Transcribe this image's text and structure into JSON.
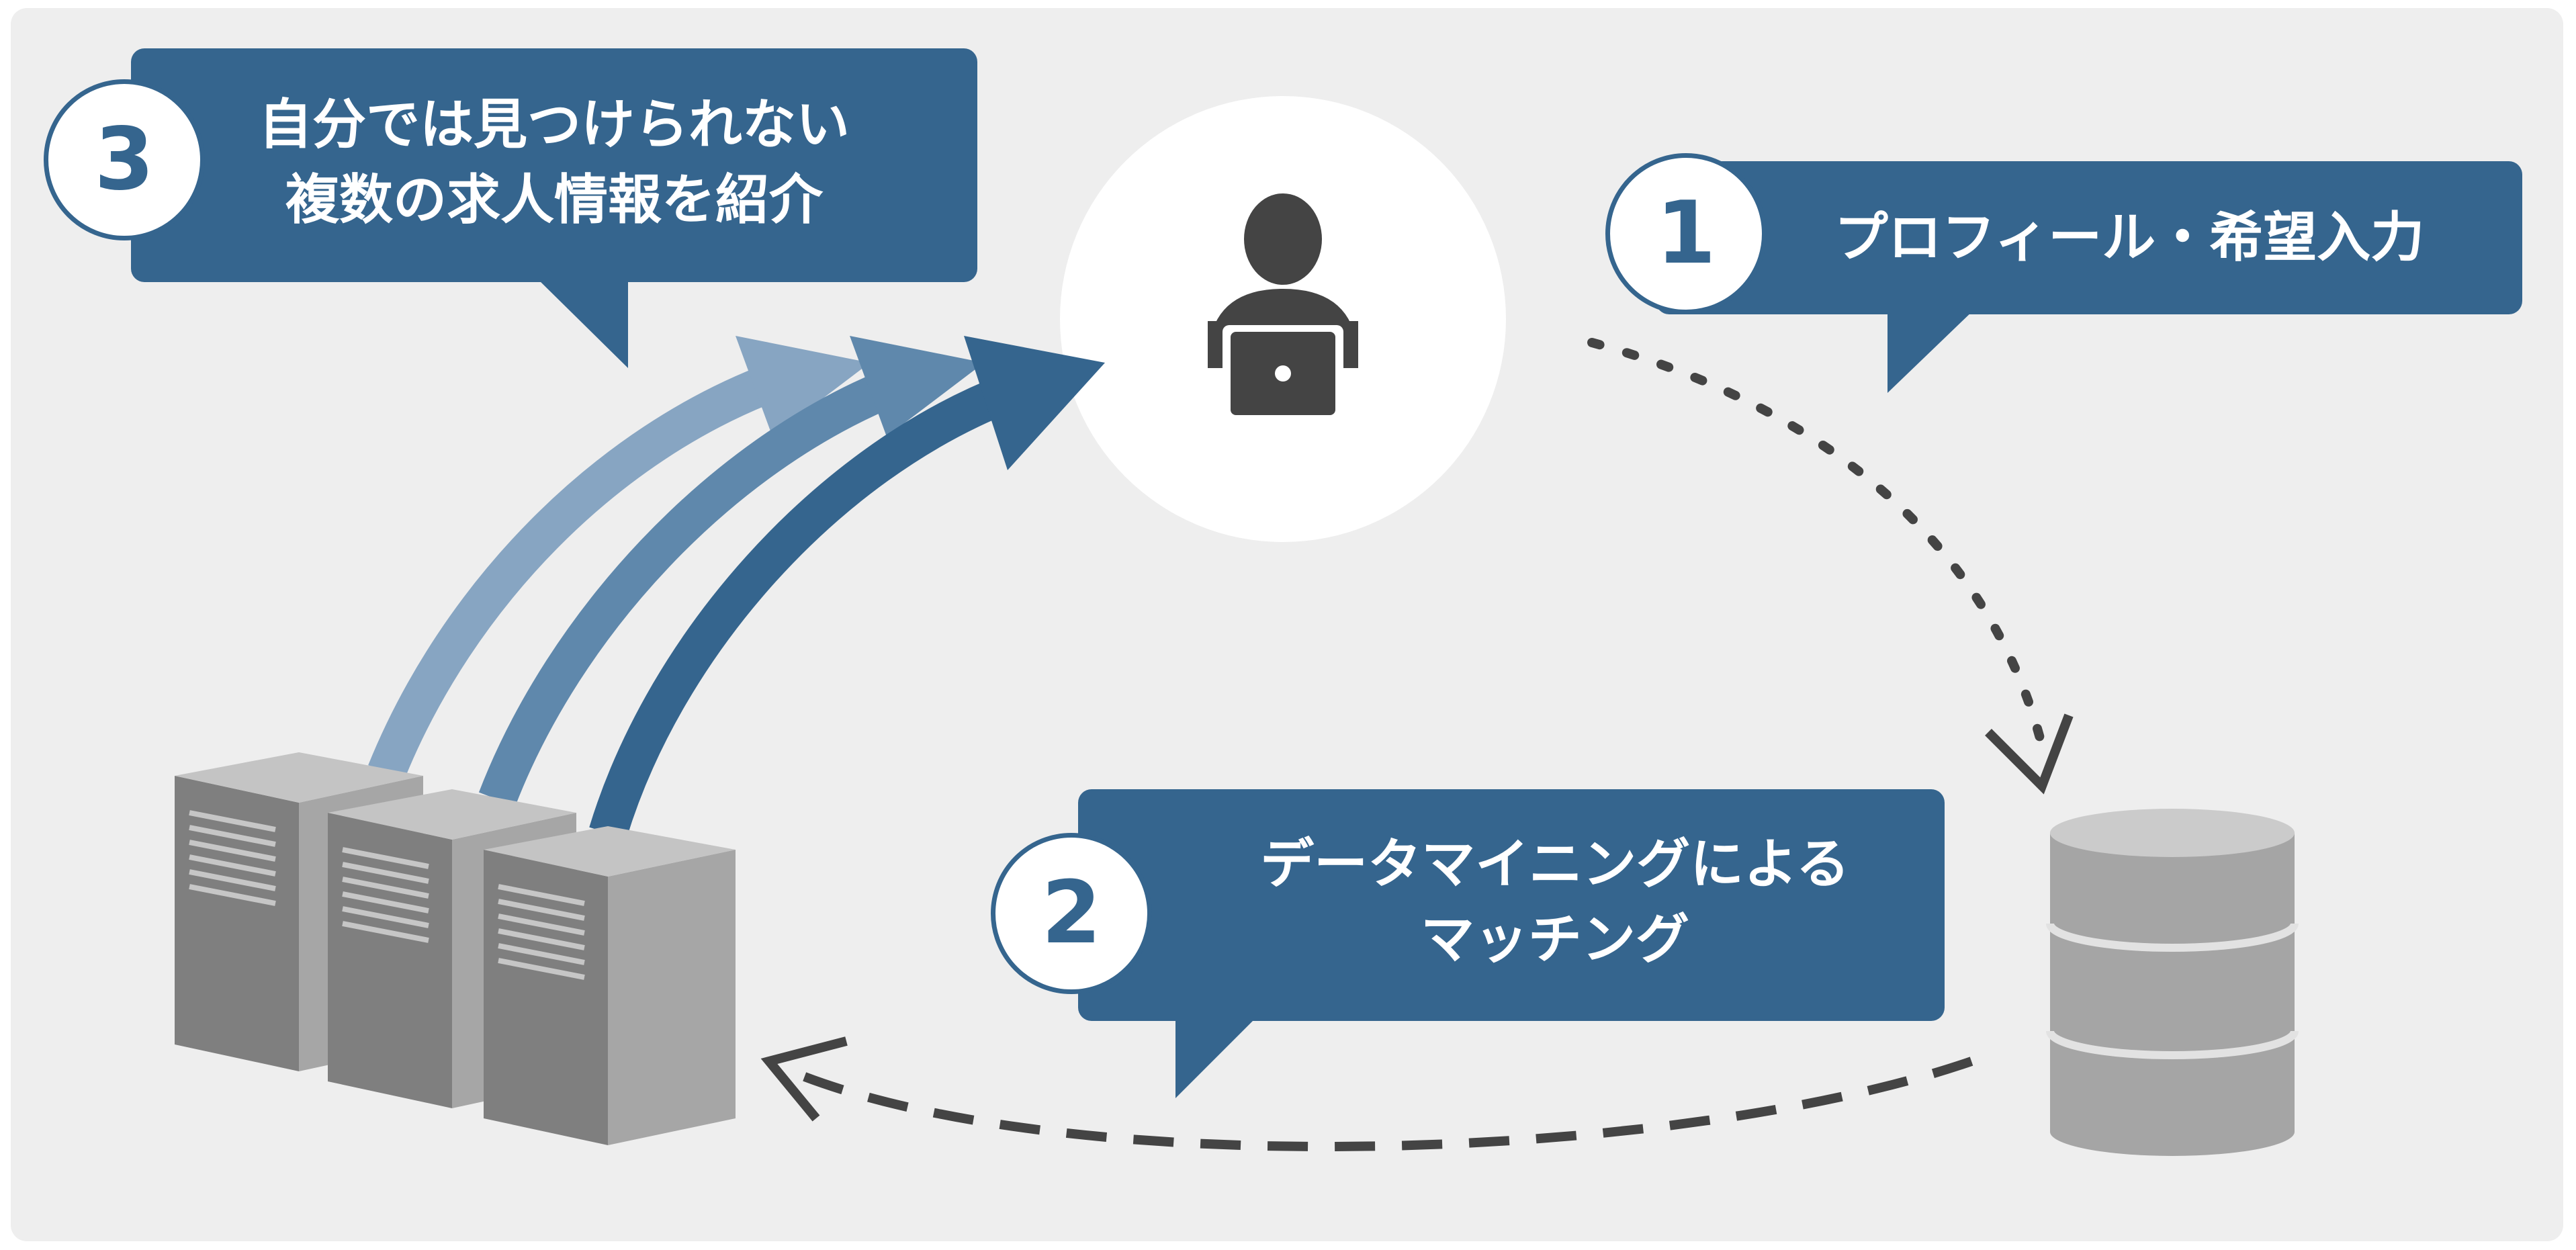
{
  "steps": [
    {
      "number": "1",
      "lines": [
        "プロフィール・希望入力"
      ]
    },
    {
      "number": "2",
      "lines": [
        "データマイニングによる",
        "マッチング"
      ]
    },
    {
      "number": "3",
      "lines": [
        "自分では見つけられない",
        "複数の求人情報を紹介"
      ]
    }
  ],
  "colors": {
    "callout": "#35658e",
    "arrow_dark": "#35658e",
    "arrow_mid": "#5f88ac",
    "arrow_light": "#87a5c2",
    "dashed_line": "#444444",
    "database": "#a5a5a5",
    "server_dark": "#7f7f7f",
    "server_light": "#a6a6a6",
    "background": "#eeeeee"
  },
  "icons": [
    "user-at-laptop-icon",
    "database-icon",
    "server-rack-icon"
  ]
}
